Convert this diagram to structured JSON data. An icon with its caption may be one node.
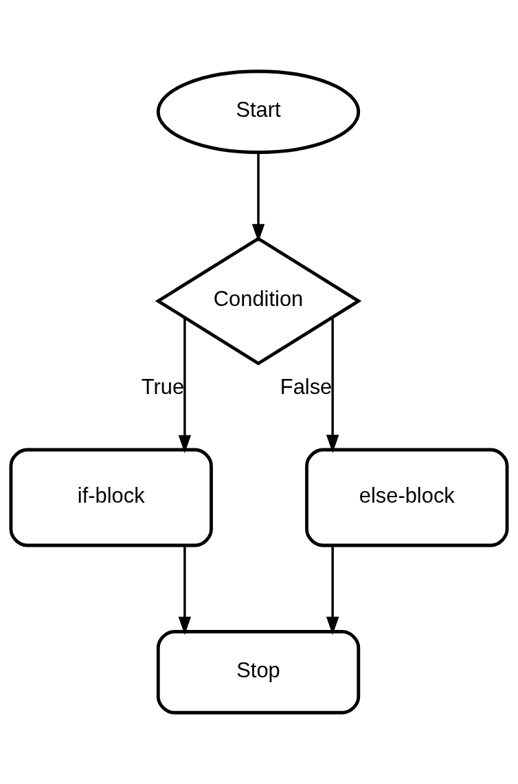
{
  "diagram": {
    "nodes": [
      {
        "text": [
          "Start"
        ]
      },
      {
        "text": [
          "Condition"
        ]
      },
      {
        "text": [
          "if-block"
        ]
      },
      {
        "text": [
          "else-block"
        ]
      },
      {
        "text": [
          "Stop"
        ]
      }
    ],
    "edges": [
      {
        "from": 0,
        "to": 1,
        "arrow": "to"
      },
      {
        "from": 1,
        "to": 2,
        "arrow": "to",
        "label": "True"
      },
      {
        "from": 1,
        "to": 3,
        "arrow": "to",
        "label": "False"
      },
      {
        "from": 2,
        "to": 4,
        "arrow": "to"
      },
      {
        "from": 3,
        "to": 4,
        "arrow": "to"
      }
    ]
  }
}
